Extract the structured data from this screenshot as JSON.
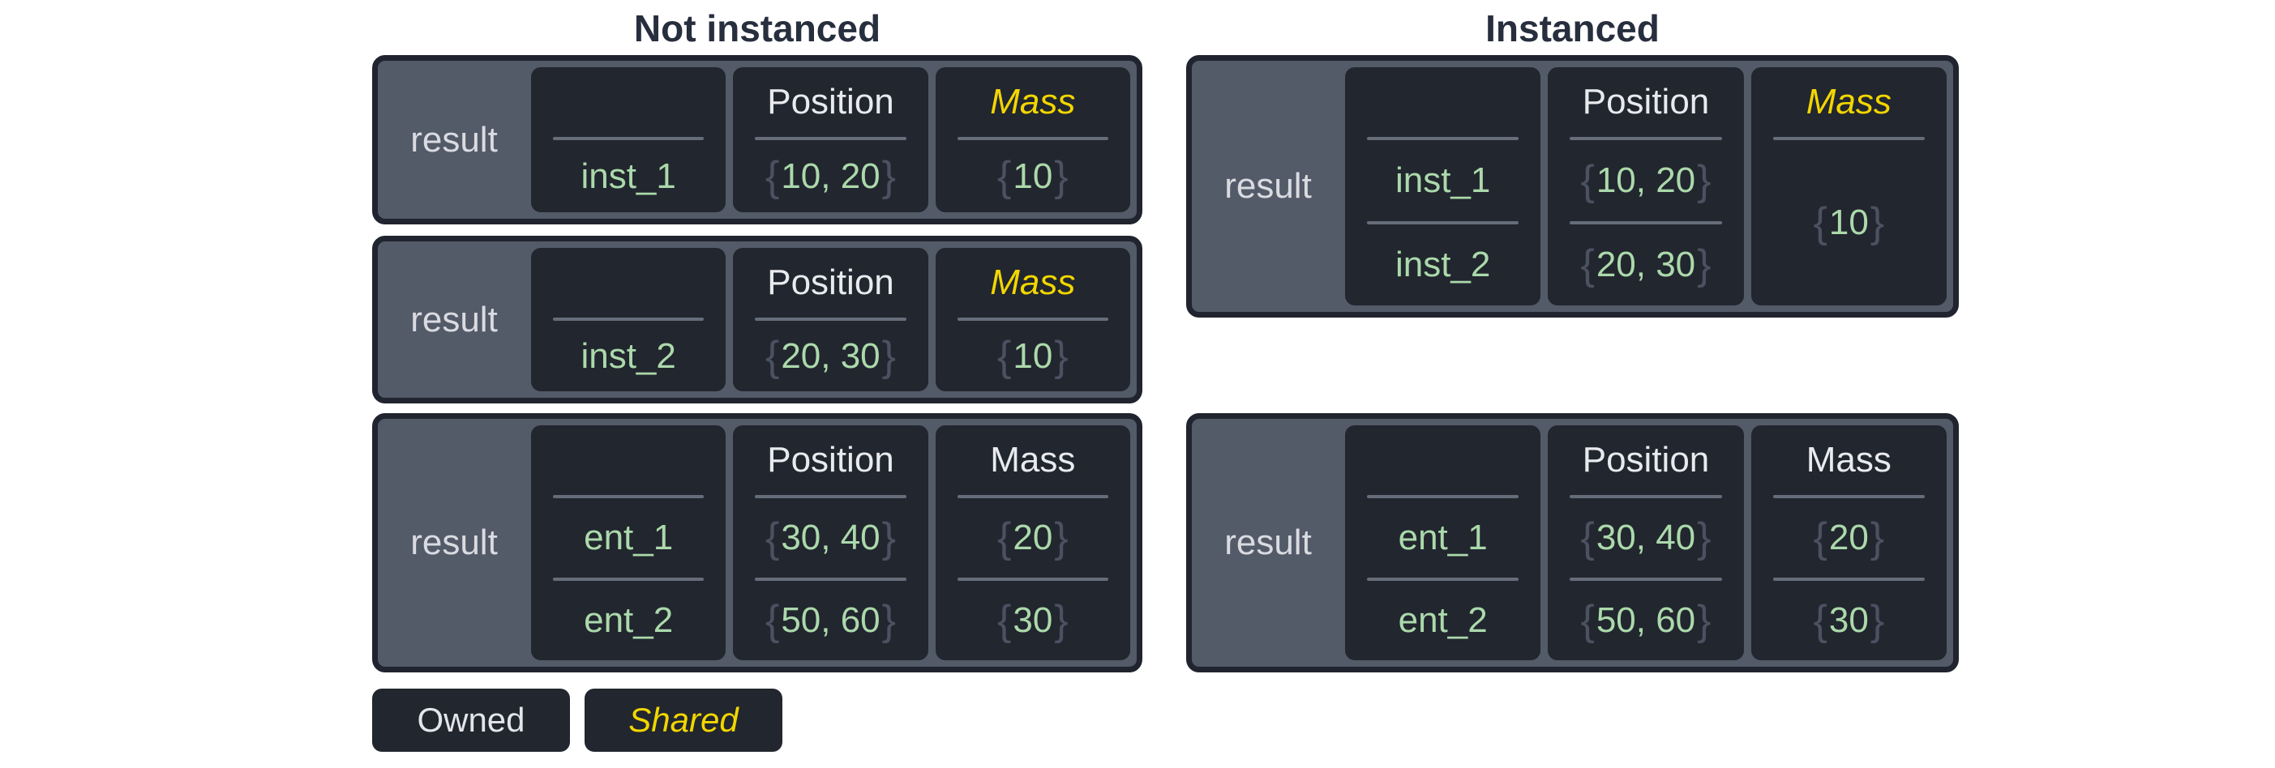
{
  "colors": {
    "panel_background": "#535a68",
    "panel_border": "#20242e",
    "cell_background": "#22262e",
    "owned_text": "#e8eaee",
    "shared_text": "#f2d600",
    "value_green": "#abd9ab",
    "brace_gray": "#4b5161",
    "title_text": "#272e3e",
    "divider_gray": "#666d7a"
  },
  "sections": [
    {
      "title": "Not instanced",
      "tables": [
        {
          "label": "result",
          "columns": [
            {
              "header": "",
              "shared": false,
              "rows": [
                {
                  "text": "inst_1"
                }
              ]
            },
            {
              "header": "Position",
              "shared": false,
              "rows": [
                {
                  "open": "{",
                  "body": "10, 20",
                  "close": "}"
                }
              ]
            },
            {
              "header": "Mass",
              "shared": true,
              "rows": [
                {
                  "open": "{",
                  "body": "10",
                  "close": "}"
                }
              ]
            }
          ]
        },
        {
          "label": "result",
          "columns": [
            {
              "header": "",
              "shared": false,
              "rows": [
                {
                  "text": "inst_2"
                }
              ]
            },
            {
              "header": "Position",
              "shared": false,
              "rows": [
                {
                  "open": "{",
                  "body": "20, 30",
                  "close": "}"
                }
              ]
            },
            {
              "header": "Mass",
              "shared": true,
              "rows": [
                {
                  "open": "{",
                  "body": "10",
                  "close": "}"
                }
              ]
            }
          ]
        },
        {
          "label": "result",
          "columns": [
            {
              "header": "",
              "shared": false,
              "rows": [
                {
                  "text": "ent_1"
                },
                {
                  "text": "ent_2"
                }
              ]
            },
            {
              "header": "Position",
              "shared": false,
              "rows": [
                {
                  "open": "{",
                  "body": "30, 40",
                  "close": "}"
                },
                {
                  "open": "{",
                  "body": "50, 60",
                  "close": "}"
                }
              ]
            },
            {
              "header": "Mass",
              "shared": false,
              "rows": [
                {
                  "open": "{",
                  "body": "20",
                  "close": "}"
                },
                {
                  "open": "{",
                  "body": "30",
                  "close": "}"
                }
              ]
            }
          ]
        }
      ]
    },
    {
      "title": "Instanced",
      "tables": [
        {
          "label": "result",
          "columns": [
            {
              "header": "",
              "shared": false,
              "rows": [
                {
                  "text": "inst_1"
                },
                {
                  "text": "inst_2"
                }
              ]
            },
            {
              "header": "Position",
              "shared": false,
              "rows": [
                {
                  "open": "{",
                  "body": "10, 20",
                  "close": "}"
                },
                {
                  "open": "{",
                  "body": "20, 30",
                  "close": "}"
                }
              ]
            },
            {
              "header": "Mass",
              "shared": true,
              "short": true,
              "rows": [
                {
                  "open": "{",
                  "body": "10",
                  "close": "}"
                }
              ]
            }
          ]
        },
        {
          "label": "result",
          "columns": [
            {
              "header": "",
              "shared": false,
              "rows": [
                {
                  "text": "ent_1"
                },
                {
                  "text": "ent_2"
                }
              ]
            },
            {
              "header": "Position",
              "shared": false,
              "rows": [
                {
                  "open": "{",
                  "body": "30, 40",
                  "close": "}"
                },
                {
                  "open": "{",
                  "body": "50, 60",
                  "close": "}"
                }
              ]
            },
            {
              "header": "Mass",
              "shared": false,
              "rows": [
                {
                  "open": "{",
                  "body": "20",
                  "close": "}"
                },
                {
                  "open": "{",
                  "body": "30",
                  "close": "}"
                }
              ]
            }
          ]
        }
      ]
    }
  ],
  "legend": {
    "owned": "Owned",
    "shared": "Shared"
  }
}
